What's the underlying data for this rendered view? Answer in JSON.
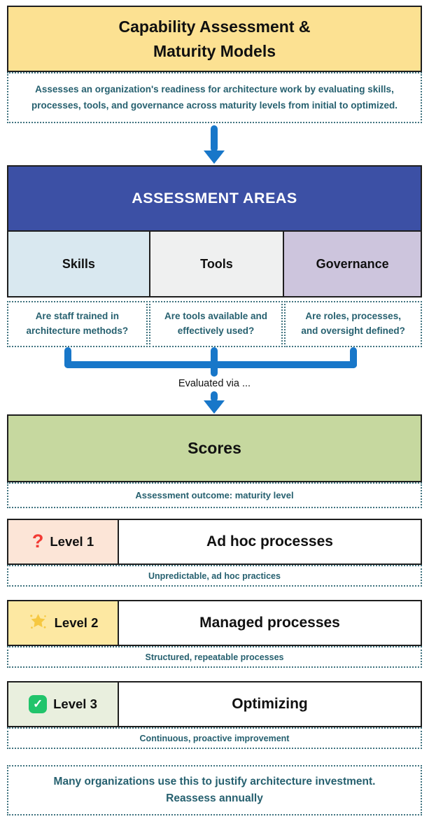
{
  "title": {
    "line1": "Capability Assessment &",
    "line2": "Maturity Models"
  },
  "description": "Assesses an organization's readiness for architecture work by evaluating skills, processes, tools, and governance across maturity levels from initial to optimized.",
  "assessment": {
    "header": "ASSESSMENT AREAS",
    "areas": [
      {
        "label": "Skills",
        "question": "Are staff trained in architecture methods?"
      },
      {
        "label": "Tools",
        "question": "Are tools available and effectively used?"
      },
      {
        "label": "Governance",
        "question": "Are roles, processes, and oversight defined?"
      }
    ]
  },
  "connector_label": "Evaluated via ...",
  "scores": {
    "title": "Scores",
    "caption": "Assessment outcome: maturity level"
  },
  "levels": [
    {
      "badge": "Level 1",
      "icon": "question-mark-icon",
      "title": "Ad hoc processes",
      "caption": "Unpredictable, ad hoc practices"
    },
    {
      "badge": "Level 2",
      "icon": "glowing-star-icon",
      "title": "Managed processes",
      "caption": "Structured, repeatable processes"
    },
    {
      "badge": "Level 3",
      "icon": "check-mark-icon",
      "title": "Optimizing",
      "caption": "Continuous, proactive improvement"
    }
  ],
  "footer": "Many organizations use this to justify architecture investment. Reassess annually",
  "colors": {
    "title_bg": "#FCE192",
    "header_bg": "#3C50A5",
    "skills_bg": "#D9E8F0",
    "tools_bg": "#EFF0F0",
    "governance_bg": "#CDC5DD",
    "scores_bg": "#C6D89F",
    "level1_bg": "#FCE5D7",
    "level2_bg": "#FDE8A2",
    "level3_bg": "#E9EFDE",
    "arrow_blue": "#1877C9",
    "caption_teal": "#26606F",
    "question_red": "#F23B34",
    "star_yellow": "#F6C841",
    "check_green": "#21C46B"
  }
}
